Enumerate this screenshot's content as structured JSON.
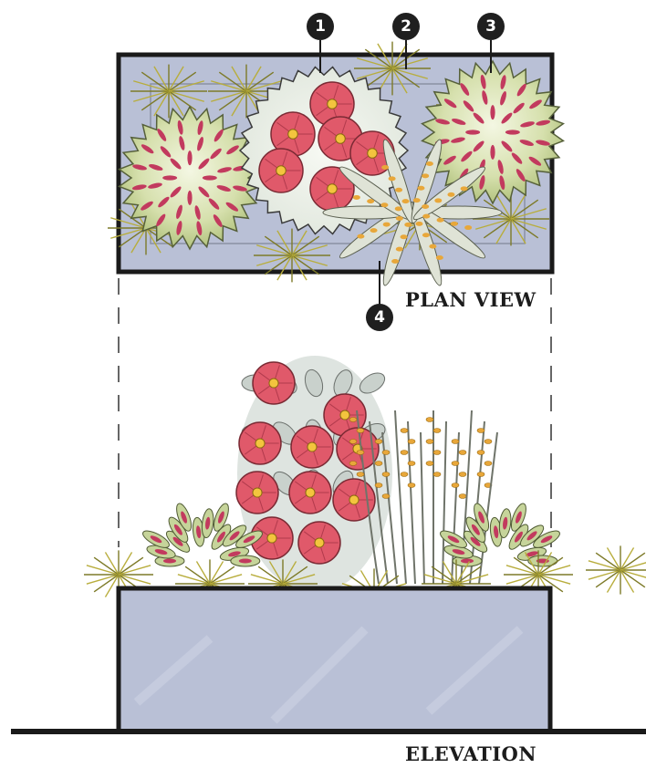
{
  "labels": {
    "plan_view": "PLAN VIEW",
    "elevation": "ELEVATION"
  },
  "markers": [
    "1",
    "2",
    "3",
    "4"
  ],
  "colors": {
    "planter": "#b9c0d6",
    "outline": "#1a1a1a",
    "flower_pink": "#e0596a",
    "flower_center": "#f3c43e",
    "foliage_green": "#c6d49a",
    "grass_gold": "#b8ad3c",
    "stripe_magenta": "#c23a5e",
    "grain_orange": "#e8a73a"
  }
}
